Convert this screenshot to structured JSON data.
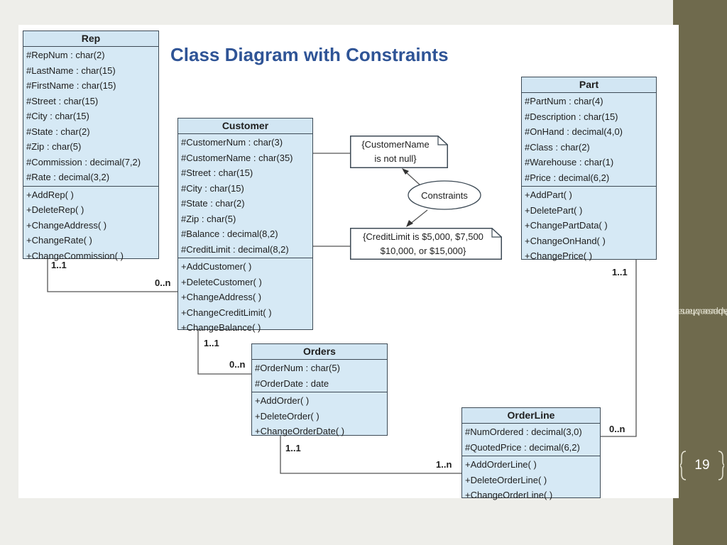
{
  "slide": {
    "title": "Class Diagram with Constraints",
    "side_label_line1": "Database Management",
    "side_label_line2": "Approaches",
    "page_number": "19"
  },
  "classes": {
    "rep": {
      "name": "Rep",
      "attributes": [
        "#RepNum : char(2)",
        "#LastName : char(15)",
        "#FirstName : char(15)",
        "#Street : char(15)",
        "#City : char(15)",
        "#State : char(2)",
        "#Zip : char(5)",
        "#Commission : decimal(7,2)",
        "#Rate : decimal(3,2)"
      ],
      "operations": [
        "+AddRep( )",
        "+DeleteRep( )",
        "+ChangeAddress( )",
        "+ChangeRate( )",
        "+ChangeCommission( )"
      ]
    },
    "customer": {
      "name": "Customer",
      "attributes": [
        "#CustomerNum : char(3)",
        "#CustomerName : char(35)",
        "#Street : char(15)",
        "#City : char(15)",
        "#State : char(2)",
        "#Zip : char(5)",
        "#Balance : decimal(8,2)",
        "#CreditLimit : decimal(8,2)"
      ],
      "operations": [
        "+AddCustomer( )",
        "+DeleteCustomer( )",
        "+ChangeAddress( )",
        "+ChangeCreditLimit( )",
        "+ChangeBalance( )"
      ]
    },
    "part": {
      "name": "Part",
      "attributes": [
        "#PartNum : char(4)",
        "#Description : char(15)",
        "#OnHand : decimal(4,0)",
        "#Class : char(2)",
        "#Warehouse : char(1)",
        "#Price : decimal(6,2)"
      ],
      "operations": [
        "+AddPart( )",
        "+DeletePart( )",
        "+ChangePartData( )",
        "+ChangeOnHand( )",
        "+ChangePrice( )"
      ]
    },
    "orders": {
      "name": "Orders",
      "attributes": [
        "#OrderNum : char(5)",
        "#OrderDate : date"
      ],
      "operations": [
        "+AddOrder( )",
        "+DeleteOrder( )",
        "+ChangeOrderDate( )"
      ]
    },
    "orderline": {
      "name": "OrderLine",
      "attributes": [
        "#NumOrdered : decimal(3,0)",
        "#QuotedPrice : decimal(6,2)"
      ],
      "operations": [
        "+AddOrderLine( )",
        "+DeleteOrderLine( )",
        "+ChangeOrderLine( )"
      ]
    }
  },
  "notes": {
    "customer_name_line1": "{CustomerName",
    "customer_name_line2": "is not null}",
    "credit_limit_line1": "{CreditLimit is $5,000, $7,500",
    "credit_limit_line2": "$10,000, or $15,000}",
    "constraints_label": "Constraints"
  },
  "multiplicities": {
    "rep_side": "1..1",
    "customer_from_rep": "0..n",
    "customer_side": "1..1",
    "orders_from_customer": "0..n",
    "orders_side": "1..1",
    "orderline_from_orders": "1..n",
    "part_side": "1..1",
    "orderline_from_part": "0..n"
  }
}
